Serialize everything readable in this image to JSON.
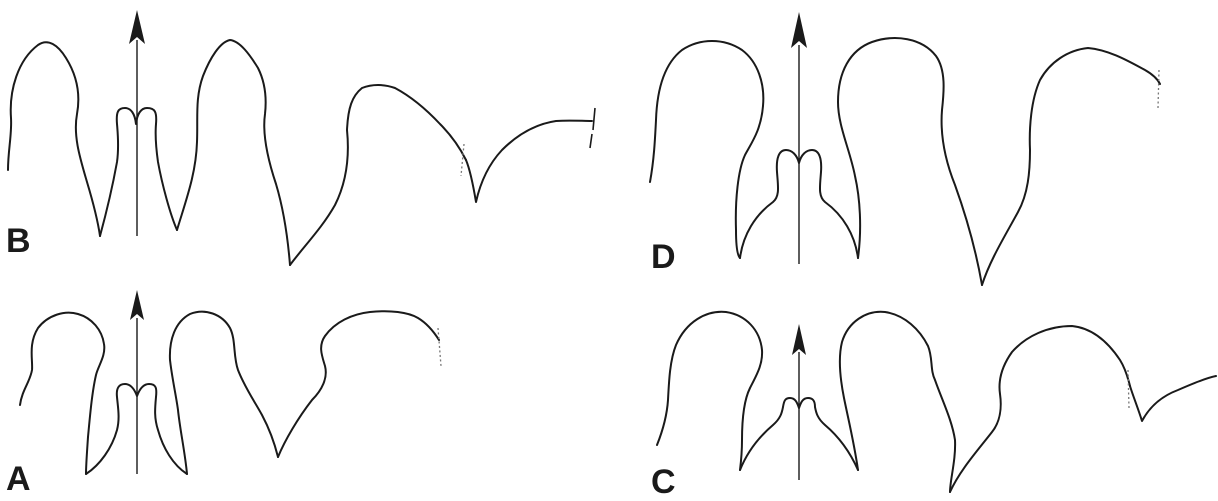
{
  "figure": {
    "panels": [
      {
        "id": "B",
        "label": "B"
      },
      {
        "id": "A",
        "label": "A"
      },
      {
        "id": "D",
        "label": "D"
      },
      {
        "id": "C",
        "label": "C"
      }
    ]
  }
}
